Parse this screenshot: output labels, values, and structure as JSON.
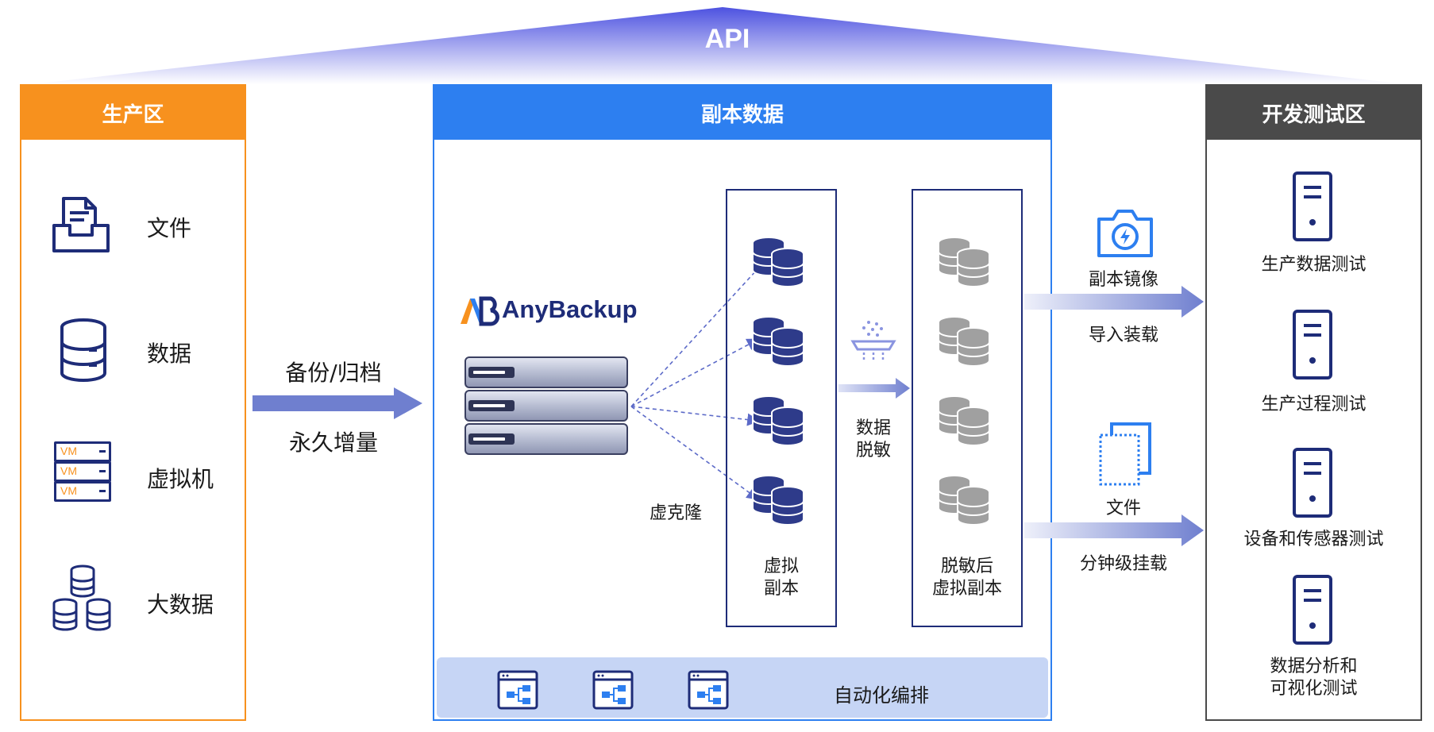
{
  "api": {
    "label": "API"
  },
  "production": {
    "title": "生产区",
    "items": [
      {
        "label": "文件",
        "icon": "file-tray-icon"
      },
      {
        "label": "数据",
        "icon": "database-icon"
      },
      {
        "label": "虚拟机",
        "icon": "vm-stack-icon",
        "vm_tags": [
          "VM",
          "VM",
          "VM"
        ]
      },
      {
        "label": "大数据",
        "icon": "bigdata-icon"
      }
    ]
  },
  "transfer": {
    "line1": "备份/归档",
    "line2": "永久增量"
  },
  "copy_data": {
    "title": "副本数据",
    "logo_text": "AnyBackup",
    "clone_label": "虚克隆",
    "virtual_copy_label": [
      "虚拟",
      "副本"
    ],
    "masking_label": [
      "数据",
      "脱敏"
    ],
    "masked_copy_label": [
      "脱敏后",
      "虚拟副本"
    ],
    "automation_label": "自动化编排"
  },
  "outputs": {
    "mirror": {
      "line1": "副本镜像",
      "line2": "导入装载"
    },
    "file": {
      "line1": "文件",
      "line2": "分钟级挂载"
    }
  },
  "devtest": {
    "title": "开发测试区",
    "items": [
      {
        "label": [
          "生产数据测试"
        ]
      },
      {
        "label": [
          "生产过程测试"
        ]
      },
      {
        "label": [
          "设备和传感器测试"
        ]
      },
      {
        "label": [
          "数据分析和",
          "可视化测试"
        ]
      }
    ]
  },
  "colors": {
    "orange": "#f7911e",
    "blue": "#2d7ff0",
    "gray_header": "#4a4a4a",
    "navy": "#1e2c78",
    "arrow": "#6f7fcf",
    "automation_bg": "#c6d5f5"
  }
}
